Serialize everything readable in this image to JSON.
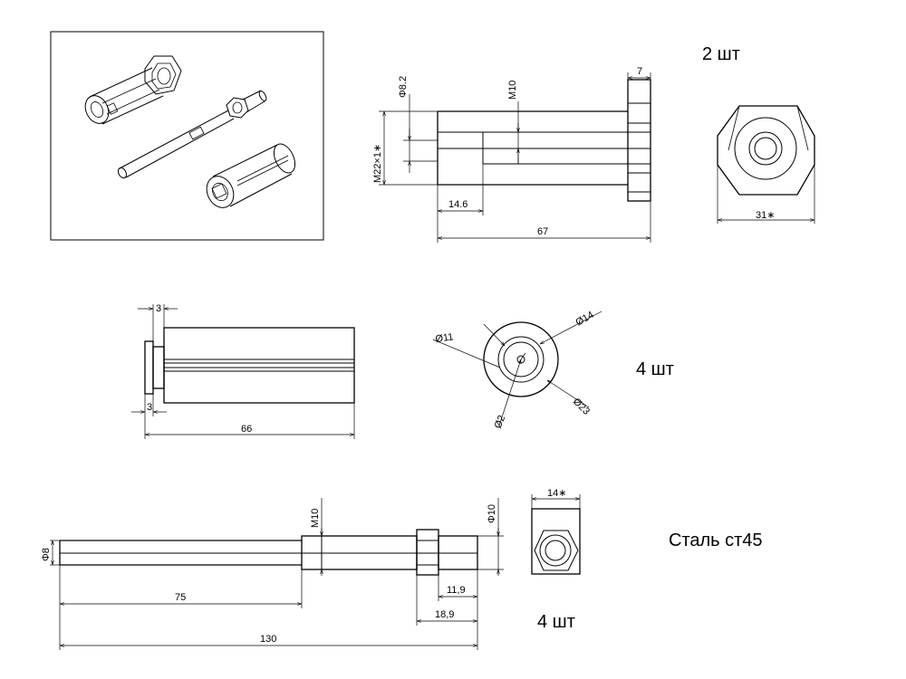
{
  "part1": {
    "dims": {
      "phi82": "Φ8.2",
      "m10": "M10",
      "m22": "M22×1∗",
      "seven": "7",
      "d146": "14.6",
      "d67": "67",
      "nut31": "31∗"
    },
    "qty": "2 шт"
  },
  "part2": {
    "dims": {
      "t3a": "3",
      "t3b": "3",
      "d66": "66",
      "phi11": "Ø11",
      "phi14": "Ø14",
      "phi2": "Ø2",
      "phi23": "Ø23"
    },
    "qty": "4 шт"
  },
  "part3": {
    "dims": {
      "phi8": "Φ8",
      "m10": "M10",
      "phi10": "Φ10",
      "d119": "11,9",
      "d189": "18,9",
      "d75": "75",
      "d130": "130",
      "nut14": "14∗"
    },
    "qty": "4 шт",
    "material": "Сталь ст45"
  }
}
